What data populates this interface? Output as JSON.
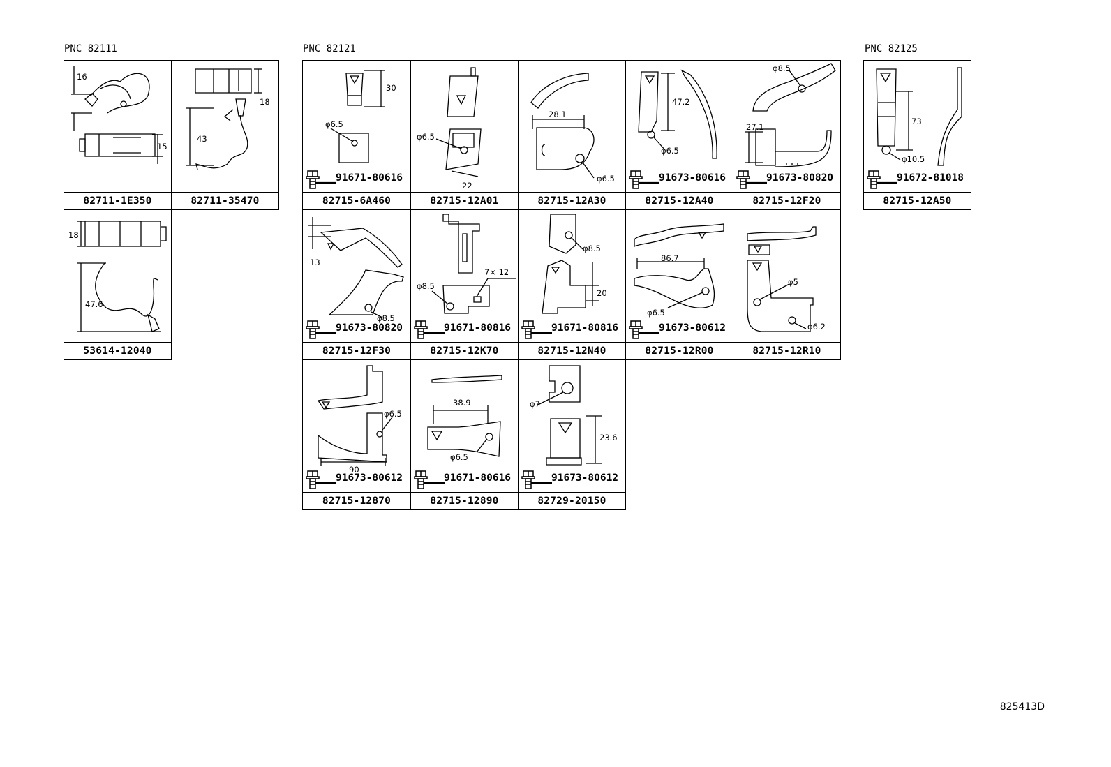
{
  "pnc_groups": [
    {
      "label": "PNC 82111"
    },
    {
      "label": "PNC 82121"
    },
    {
      "label": "PNC 82125"
    }
  ],
  "parts": [
    {
      "part_number": "82711-1E350",
      "bolt": "",
      "dims": [
        "16",
        "15"
      ]
    },
    {
      "part_number": "82711-35470",
      "bolt": "",
      "dims": [
        "18",
        "43"
      ]
    },
    {
      "part_number": "53614-12040",
      "bolt": "",
      "dims": [
        "18",
        "47.6"
      ]
    },
    {
      "part_number": "82715-6A460",
      "bolt": "91671-80616",
      "dims": [
        "30",
        "φ6.5"
      ]
    },
    {
      "part_number": "82715-12A01",
      "bolt": "",
      "dims": [
        "φ6.5",
        "22"
      ]
    },
    {
      "part_number": "82715-12A30",
      "bolt": "",
      "dims": [
        "28.1",
        "φ6.5"
      ]
    },
    {
      "part_number": "82715-12A40",
      "bolt": "91673-80616",
      "dims": [
        "47.2",
        "φ6.5"
      ]
    },
    {
      "part_number": "82715-12F20",
      "bolt": "91673-80820",
      "dims": [
        "φ8.5",
        "27.1"
      ]
    },
    {
      "part_number": "82715-12A50",
      "bolt": "91672-81018",
      "dims": [
        "73",
        "φ10.5"
      ]
    },
    {
      "part_number": "82715-12F30",
      "bolt": "91673-80820",
      "dims": [
        "13",
        "φ8.5"
      ]
    },
    {
      "part_number": "82715-12K70",
      "bolt": "91671-80816",
      "dims": [
        "φ8.5",
        "7× 12"
      ]
    },
    {
      "part_number": "82715-12N40",
      "bolt": "91671-80816",
      "dims": [
        "φ8.5",
        "20"
      ]
    },
    {
      "part_number": "82715-12R00",
      "bolt": "91673-80612",
      "dims": [
        "86.7",
        "φ6.5"
      ]
    },
    {
      "part_number": "82715-12R10",
      "bolt": "",
      "dims": [
        "φ5",
        "φ6.2"
      ]
    },
    {
      "part_number": "82715-12870",
      "bolt": "91673-80612",
      "dims": [
        "φ6.5",
        "90"
      ]
    },
    {
      "part_number": "82715-12890",
      "bolt": "91671-80616",
      "dims": [
        "38.9",
        "φ6.5"
      ]
    },
    {
      "part_number": "82729-20150",
      "bolt": "91673-80612",
      "dims": [
        "φ7",
        "23.6"
      ]
    }
  ],
  "icons": {
    "bolt": "hex-flange-bolt-icon"
  },
  "diagram_code": "825413D"
}
